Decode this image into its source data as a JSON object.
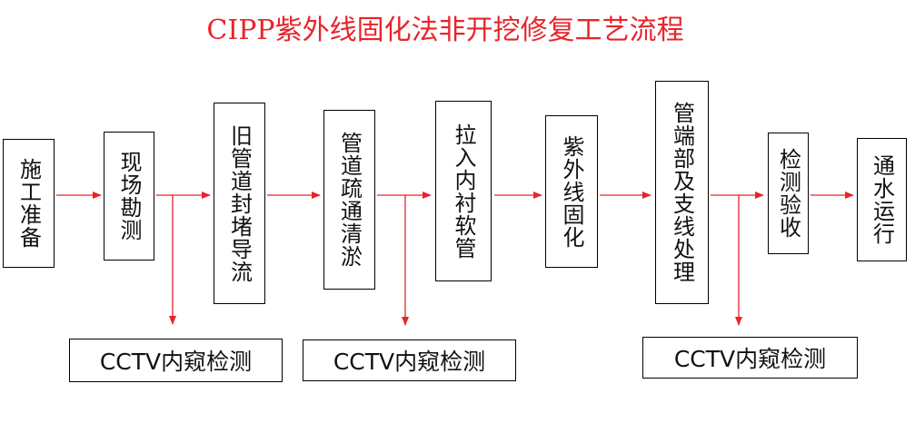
{
  "title": "CIPP紫外线固化法非开挖修复工艺流程",
  "steps": [
    {
      "label": "施工准备"
    },
    {
      "label": "现场勘测"
    },
    {
      "label": "旧管道封堵导流"
    },
    {
      "label": "管道疏通清淤"
    },
    {
      "label": "拉入内衬软管"
    },
    {
      "label": "紫外线固化"
    },
    {
      "label": "管端部及支线处理"
    },
    {
      "label": "检测验收"
    },
    {
      "label": "通水运行"
    }
  ],
  "inspections": [
    {
      "label": "CCTV内窥检测"
    },
    {
      "label": "CCTV内窥检测"
    },
    {
      "label": "CCTV内窥检测"
    }
  ],
  "colors": {
    "title": "#e8242b",
    "arrow": "#e8242b",
    "border": "#000000"
  }
}
